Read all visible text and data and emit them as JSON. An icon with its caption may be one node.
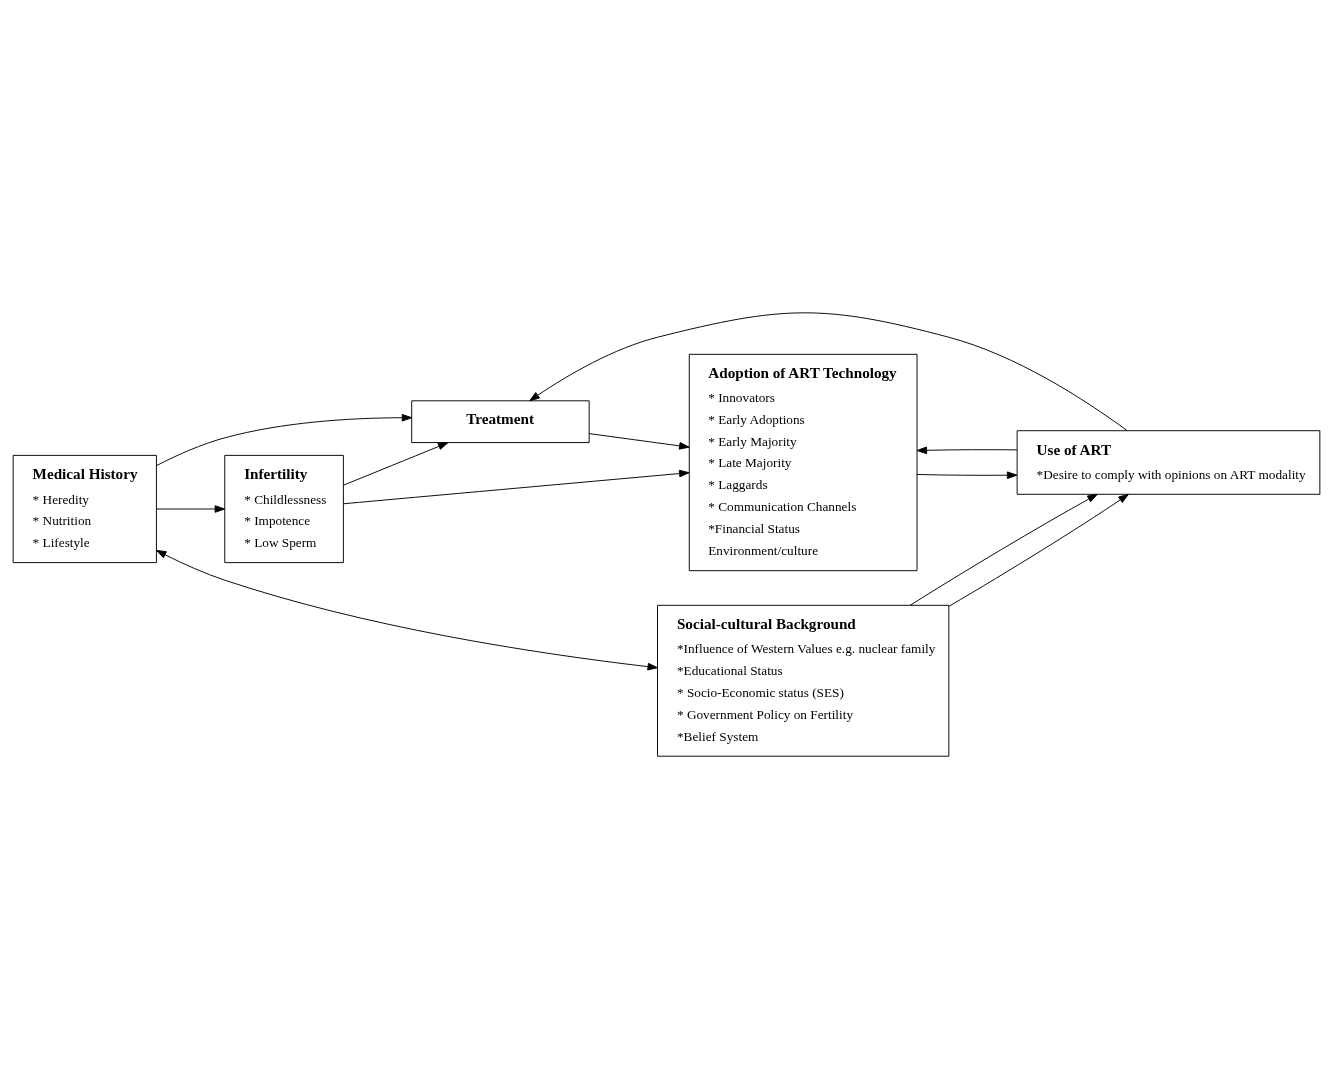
{
  "diagram": {
    "nodes": [
      {
        "text": [
          "Infertility",
          "* Childlessness",
          "* Impotence",
          "* Low Sperm"
        ]
      },
      {
        "text": [
          "Medical History",
          "* Heredity",
          "* Nutrition",
          "* Lifestyle"
        ]
      },
      {
        "text": [
          "Treatment"
        ]
      },
      {
        "text": [
          "Adoption of ART Technology",
          "* Innovators",
          "* Early Adoptions",
          "* Early Majority",
          "* Late Majority",
          "* Laggards",
          "* Communication Channels",
          "*Financial Status",
          "Environment/culture"
        ]
      },
      {
        "text": [
          "Social-cultural Background",
          "*Influence of Western Values e.g. nuclear family",
          "*Educational Status",
          "* Socio-Economic status (SES)",
          "* Government Policy on Fertility",
          "*Belief System"
        ]
      },
      {
        "text": [
          "Use of ART",
          "*Desire to comply with opinions on ART modality"
        ]
      }
    ],
    "edges": [
      {
        "from": 1,
        "to": 0,
        "arrow": "to"
      },
      {
        "from": 0,
        "to": 3,
        "arrow": "to"
      },
      {
        "from": 0,
        "to": 2,
        "arrow": "to"
      },
      {
        "from": 1,
        "to": 2,
        "arrow": "to"
      },
      {
        "from": 2,
        "to": 3,
        "arrow": "to"
      },
      {
        "from": 1,
        "to": 4,
        "arrow": "both"
      },
      {
        "from": 4,
        "to": 5,
        "arrow": "to"
      },
      {
        "from": 5,
        "to": 2,
        "arrow": "to"
      },
      {
        "from": 3,
        "to": 5,
        "arrow": "to"
      },
      {
        "from": 5,
        "to": 3,
        "arrow": "to"
      },
      {
        "from": 4,
        "to": 5,
        "arrow": "to"
      }
    ]
  }
}
